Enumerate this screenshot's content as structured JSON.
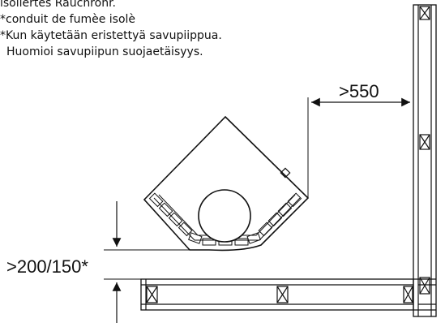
{
  "notes": {
    "line1": "isoliertes Rauchrohr.",
    "line2": "*conduit de fumèe isolè",
    "line3": "*Kun käytetään eristettyä savupiippua.",
    "line4": "Huomioi savupiipun suojaetäisyys."
  },
  "dimensions": {
    "side_clearance": ">550",
    "rear_clearance": ">200/150*"
  },
  "colors": {
    "line": "#111111"
  }
}
